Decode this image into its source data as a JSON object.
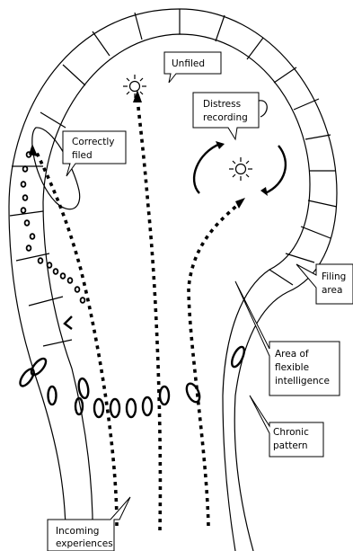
{
  "labels": {
    "unfiled": "Unfiled",
    "distress_1": "Distress",
    "distress_2": "recording",
    "correctly_1": "Correctly",
    "correctly_2": "filed",
    "filing_1": "Filing",
    "filing_2": "area",
    "flexible_1": "Area of",
    "flexible_2": "flexible",
    "flexible_3": "intelligence",
    "chronic_1": "Chronic",
    "chronic_2": "pattern",
    "incoming_1": "Incoming",
    "incoming_2": "experiences"
  },
  "icons": {
    "star": "sun-burst-icon",
    "cycle": "circular-arrows-icon"
  },
  "colors": {
    "ink": "#000000",
    "background": "#ffffff"
  }
}
